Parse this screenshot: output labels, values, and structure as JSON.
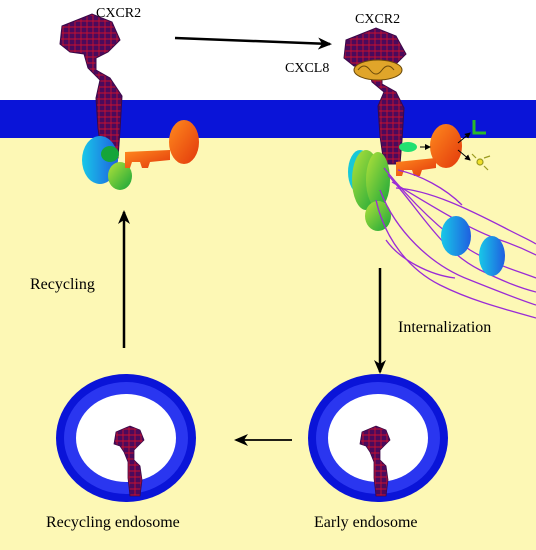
{
  "labels": {
    "receptor_left": "CXCR2",
    "receptor_right": "CXCR2",
    "ligand": "CXCL8",
    "recycling": "Recycling",
    "internalization": "Internalization",
    "recycling_endosome": "Recycling endosome",
    "early_endosome": "Early endosome"
  },
  "colors": {
    "membrane": "#0a14d8",
    "cytoplasm": "#fdf8b5",
    "receptor": "#4a0a5c",
    "receptor_mesh": "#c8102e",
    "ligand": "#e0a52a",
    "g_alpha": "#2a8fe0",
    "g_beta": "#79c82e",
    "effector": "#f25a12",
    "actin": "#9a2bd6",
    "endosome_ring": "#0a14d8",
    "endosome_lumen": "#ffffff"
  },
  "icons": {
    "product_1": "green-l-icon",
    "product_2": "yellow-molecule-icon"
  }
}
